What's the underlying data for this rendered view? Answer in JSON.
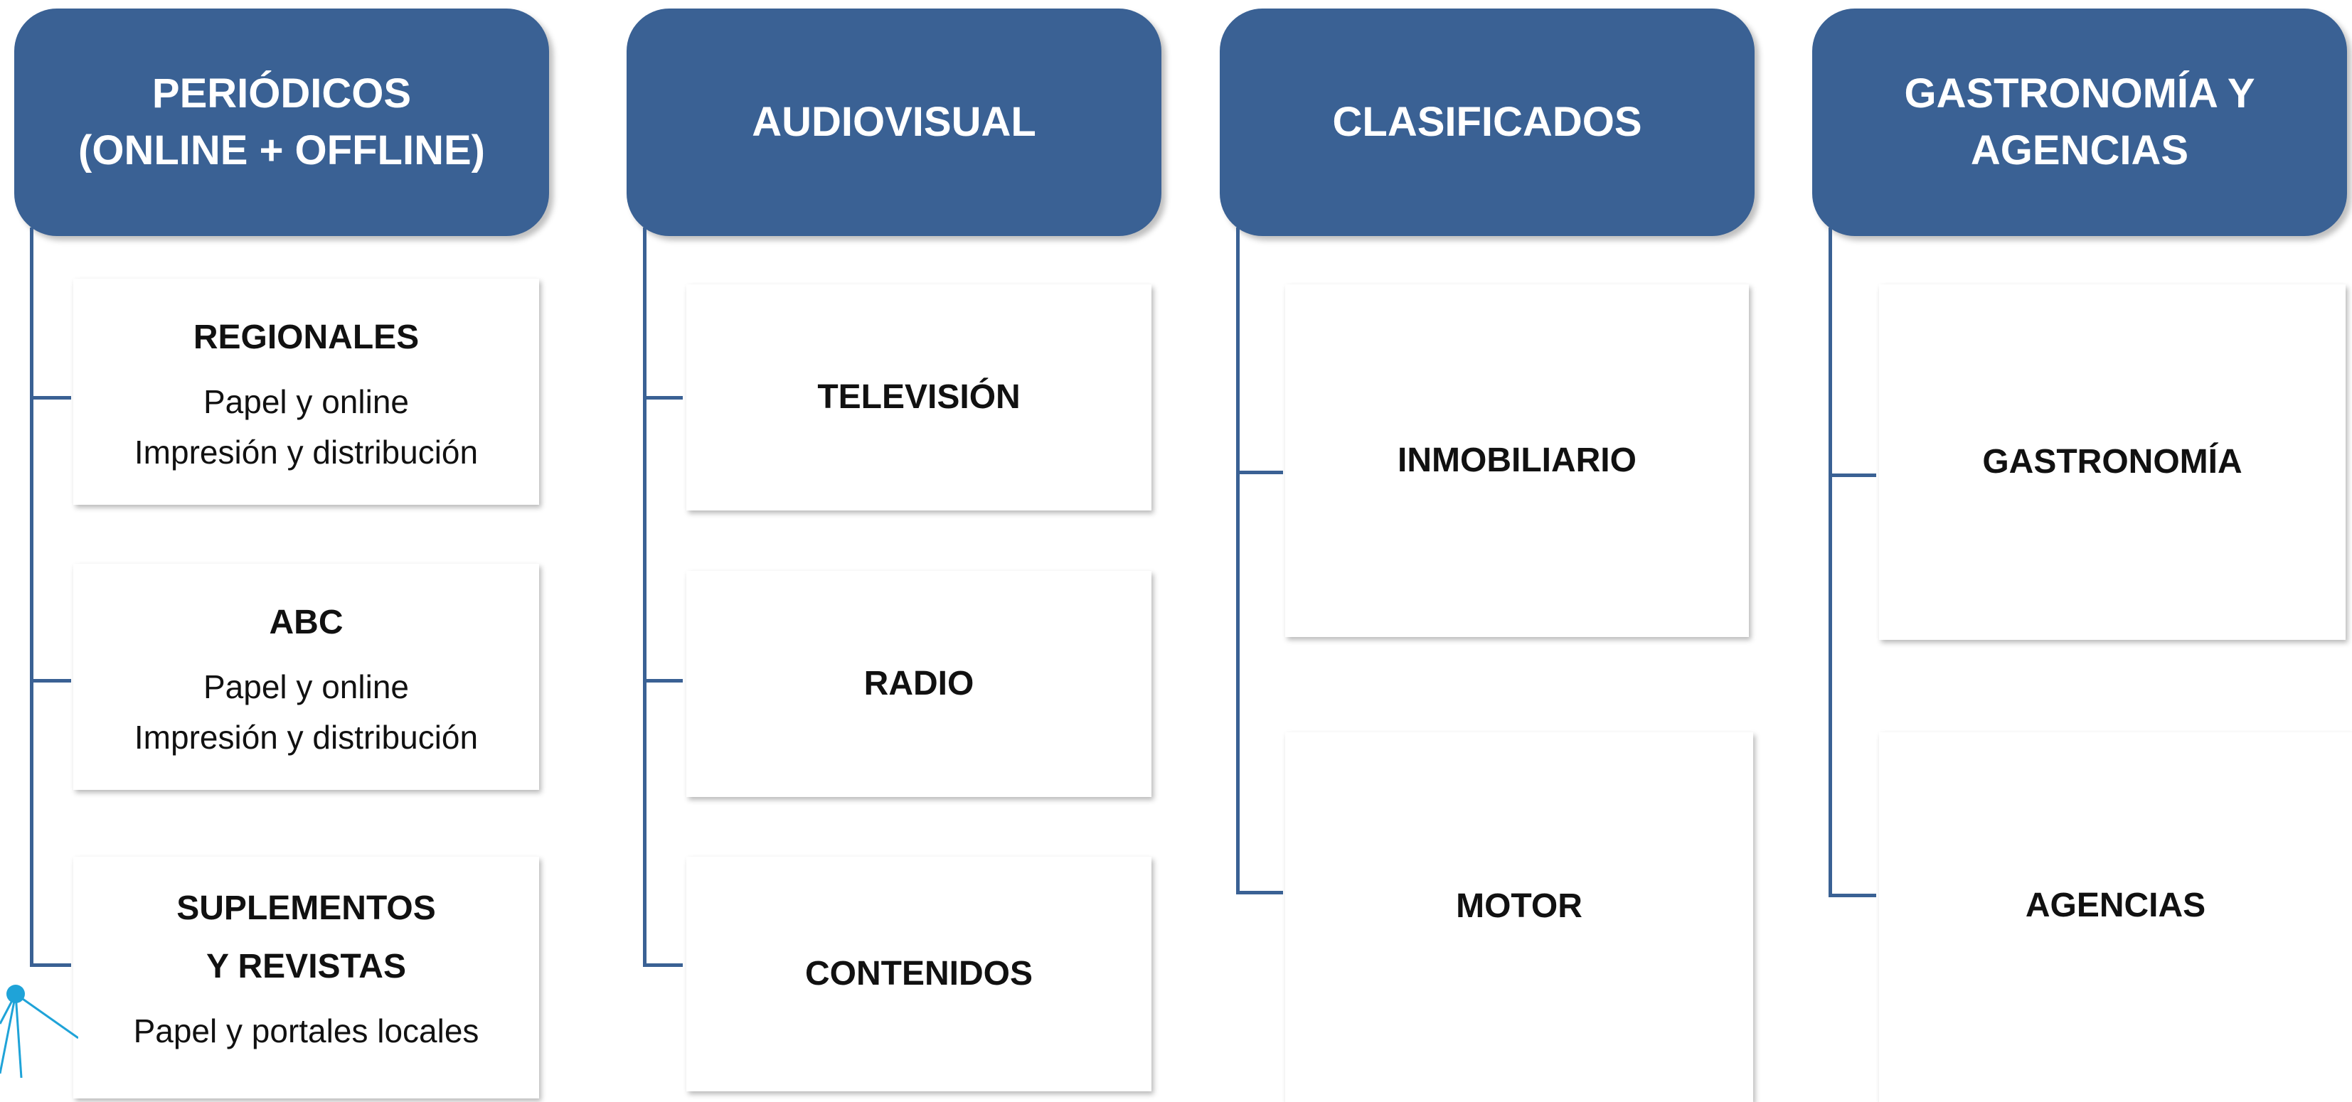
{
  "columns": [
    {
      "header": [
        "PERIÓDICOS",
        "(ONLINE + OFFLINE)"
      ],
      "items": [
        {
          "title": [
            "REGIONALES"
          ],
          "sub": [
            "Papel y online",
            "Impresión y distribución"
          ]
        },
        {
          "title": [
            "ABC"
          ],
          "sub": [
            "Papel y online",
            "Impresión y distribución"
          ]
        },
        {
          "title": [
            "SUPLEMENTOS",
            "Y REVISTAS"
          ],
          "sub": [
            "Papel y portales locales"
          ]
        }
      ]
    },
    {
      "header": [
        "AUDIOVISUAL"
      ],
      "items": [
        {
          "title": [
            "TELEVISIÓN"
          ]
        },
        {
          "title": [
            "RADIO"
          ]
        },
        {
          "title": [
            "CONTENIDOS"
          ]
        }
      ]
    },
    {
      "header": [
        "CLASIFICADOS"
      ],
      "items": [
        {
          "title": [
            "INMOBILIARIO"
          ]
        },
        {
          "title": [
            "MOTOR"
          ]
        }
      ]
    },
    {
      "header": [
        "GASTRONOMÍA Y",
        "AGENCIAS"
      ],
      "items": [
        {
          "title": [
            "GASTRONOMÍA"
          ]
        },
        {
          "title": [
            "AGENCIAS"
          ]
        }
      ]
    }
  ],
  "colors": {
    "header_bg": "#3a6194",
    "connector": "#3a6194",
    "header_text": "#ffffff",
    "accent_deco": "#1fa3d8"
  }
}
